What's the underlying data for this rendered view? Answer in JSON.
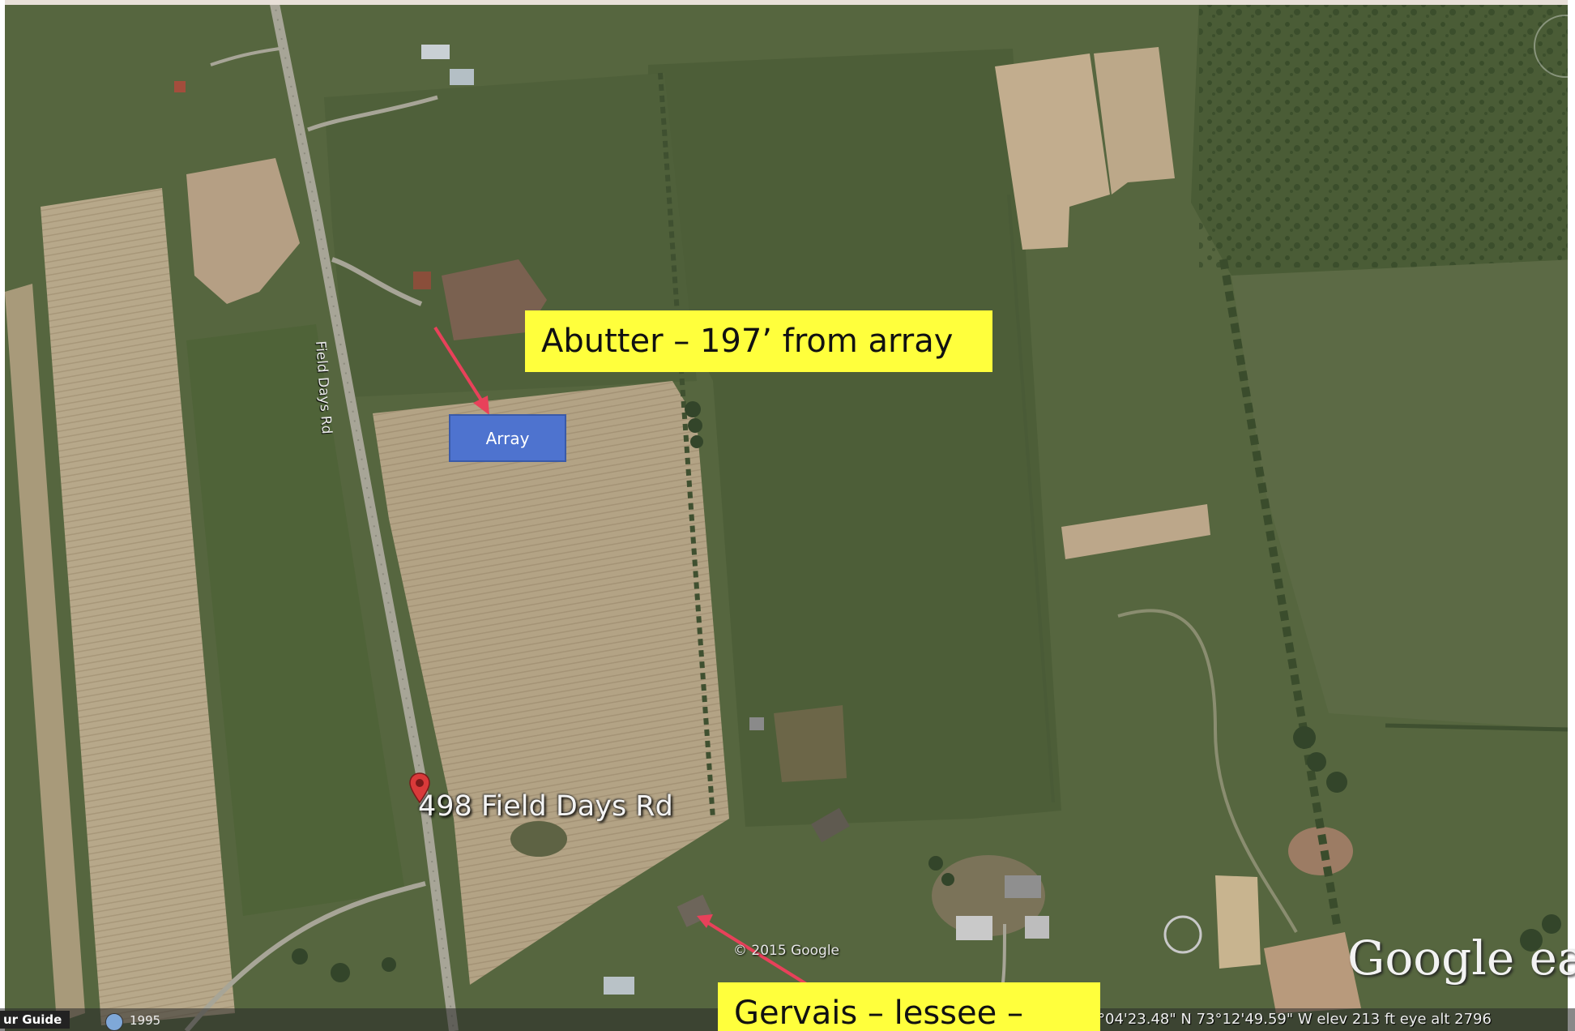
{
  "labels": {
    "abutter": "Abutter – 197’ from array",
    "lessee": "Gervais – lessee –",
    "array": "Array",
    "address": "498 Field Days Rd",
    "road": "Field Days Rd"
  },
  "attribution": {
    "copyright": "© 2015 Google",
    "logo": "Google ear"
  },
  "status_bar": {
    "tour_guide": "ur Guide",
    "year": "1995",
    "coordinates": "°04'23.48\" N  73°12'49.59\" W  elev  213 ft    eye alt  2796"
  },
  "colors": {
    "label_background": "#ffff3c",
    "array_fill": "#4e73cf",
    "arrow": "#e8415a",
    "pin": "#d93a3a"
  },
  "icons": [
    "map-pin-icon",
    "history-icon",
    "compass-icon"
  ]
}
